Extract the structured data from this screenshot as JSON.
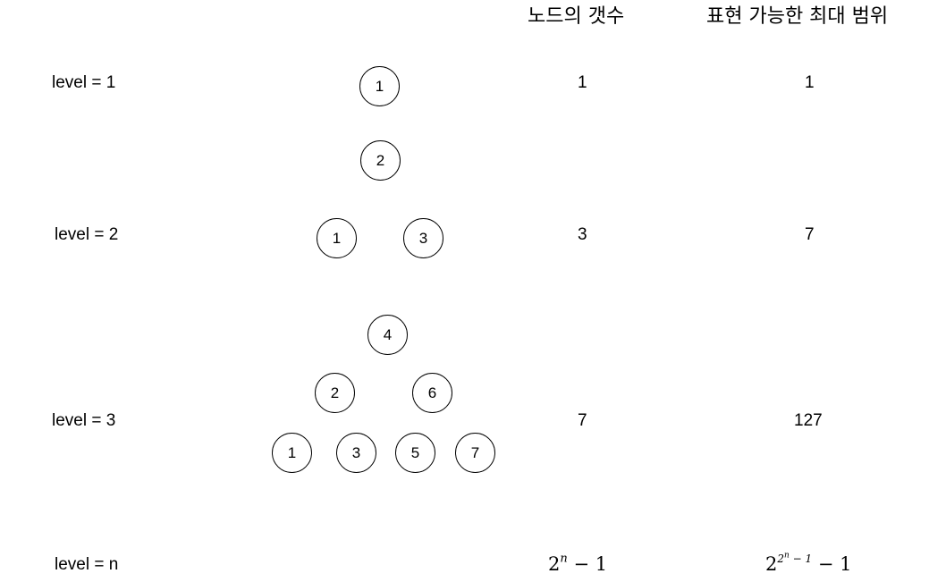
{
  "headers": {
    "node_count": "노드의 갯수",
    "max_range": "표현 가능한 최대 범위"
  },
  "rows": [
    {
      "level": "level = 1",
      "node_count": "1",
      "max_range": "1"
    },
    {
      "level": "level = 2",
      "node_count": "3",
      "max_range": "7"
    },
    {
      "level": "level = 3",
      "node_count": "7",
      "max_range": "127"
    },
    {
      "level": "level = n"
    }
  ],
  "trees": {
    "level1": [
      "1"
    ],
    "level2": [
      "2",
      "1",
      "3"
    ],
    "level3": [
      "4",
      "2",
      "6",
      "1",
      "3",
      "5",
      "7"
    ]
  },
  "formula_nodes": {
    "base": "2",
    "exp": "n",
    "minus": "−",
    "one": "1"
  },
  "formula_range": {
    "base": "2",
    "exp_base": "2",
    "exp_exp": "n",
    "exp_minus": " − 1",
    "minus": "−",
    "one": "1"
  }
}
